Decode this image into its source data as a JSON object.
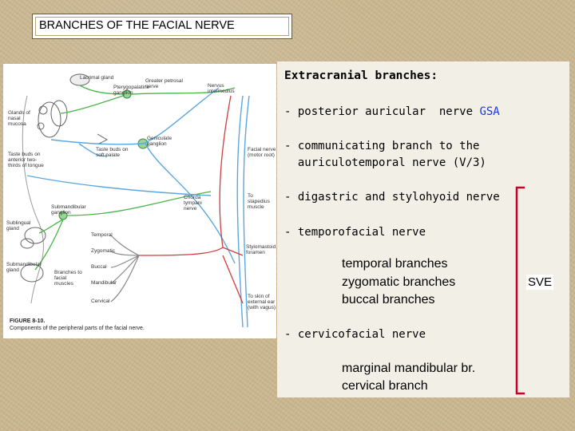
{
  "title": "BRANCHES OF THE FACIAL NERVE",
  "figure": {
    "labels": {
      "lacrimal": "Lacrimal gland",
      "greater_petrosal": "Greater petrosal nerve",
      "nervus_int": "Nervus intermedius",
      "pterygopalatine": "Pterygopalatine ganglion",
      "glands_nasal": "Glands of nasal mucosa",
      "geniculate": "Geniculate ganglion",
      "facial_nerve": "Facial nerve (motor root)",
      "taste_palate": "Taste buds on soft palate",
      "taste_tongue": "Taste buds on anterior two-thirds of tongue",
      "submandibular_ganglion": "Submandibular ganglion",
      "chorda": "Chorda tympani nerve",
      "stapedius": "To stapedius muscle",
      "sublingual": "Sublingual gland",
      "submandibular_gland": "Submandibular gland",
      "temporal": "Temporal",
      "zygomatic": "Zygomatic",
      "buccal": "Buccal",
      "mandibular": "Mandibular",
      "cervical": "Cervical",
      "branches_facial": "Branches to facial muscles",
      "stylomastoid": "Stylomastoid foramen",
      "skin_ear": "To skin of external ear (with vagus)"
    },
    "caption_fig": "FIGURE 8-10.",
    "caption_text": "Components of the peripheral parts of the facial nerve."
  },
  "content": {
    "heading": "Extracranial branches:",
    "items": [
      {
        "prefix": "- posterior auricular  nerve ",
        "tag": "GSA"
      },
      {
        "line1": "- communicating branch to the",
        "line2": "  auriculotemporal nerve (V/3)"
      },
      {
        "text": "- digastric and stylohyoid nerve"
      },
      {
        "text": "- temporofacial nerve"
      },
      {
        "text": "- cervicofacial nerve"
      }
    ],
    "temporofacial_sub": [
      "temporal branches",
      "zygomatic branches",
      "buccal branches"
    ],
    "cervicofacial_sub": [
      "marginal mandibular br.",
      "cervical branch"
    ],
    "bracket_label": "SVE"
  },
  "colors": {
    "gsa": "#1a3bd6",
    "bracket": "#c4002a",
    "nerve_blue": "#5aa8df",
    "nerve_green": "#4ab44a",
    "background": "#c9b68f"
  }
}
